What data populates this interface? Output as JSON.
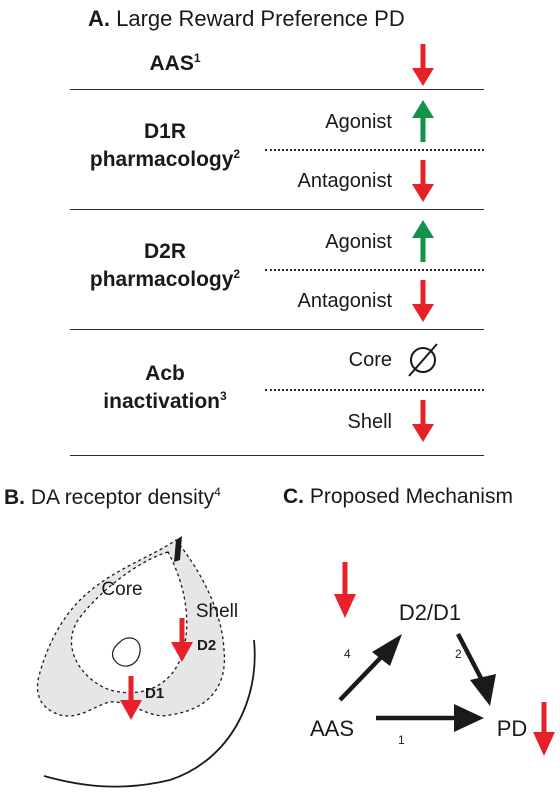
{
  "panel_a": {
    "title_letter": "A.",
    "title_text": "Large Reward Preference PD",
    "rows": [
      {
        "label_line1": "AAS",
        "label_line2": "",
        "sup": "1",
        "items": [
          {
            "sublabel": "",
            "effect": "decrease"
          }
        ]
      },
      {
        "label_line1": "D1R",
        "label_line2": "pharmacology",
        "sup": "2",
        "items": [
          {
            "sublabel": "Agonist",
            "effect": "increase"
          },
          {
            "sublabel": "Antagonist",
            "effect": "decrease"
          }
        ]
      },
      {
        "label_line1": "D2R",
        "label_line2": "pharmacology",
        "sup": "2",
        "items": [
          {
            "sublabel": "Agonist",
            "effect": "increase"
          },
          {
            "sublabel": "Antagonist",
            "effect": "decrease"
          }
        ]
      },
      {
        "label_line1": "Acb",
        "label_line2": "inactivation",
        "sup": "3",
        "items": [
          {
            "sublabel": "Core",
            "effect": "no-effect"
          },
          {
            "sublabel": "Shell",
            "effect": "decrease"
          }
        ]
      }
    ]
  },
  "panel_b": {
    "title_letter": "B.",
    "title_text": "DA receptor density",
    "title_sup": "4",
    "core_label": "Core",
    "shell_label": "Shell",
    "d2_label": "D2",
    "d1_label": "D1"
  },
  "panel_c": {
    "title_letter": "C.",
    "title_text": "Proposed Mechanism",
    "node_top": "D2/D1",
    "node_left": "AAS",
    "node_right": "PD",
    "edge_aas_to_d2d1": "4",
    "edge_d2d1_to_pd": "2",
    "edge_aas_to_pd": "1"
  },
  "colors": {
    "decrease": "#e8202a",
    "increase": "#15924a",
    "shell_fill": "#e6e6e6",
    "line": "#1a1a1a"
  }
}
